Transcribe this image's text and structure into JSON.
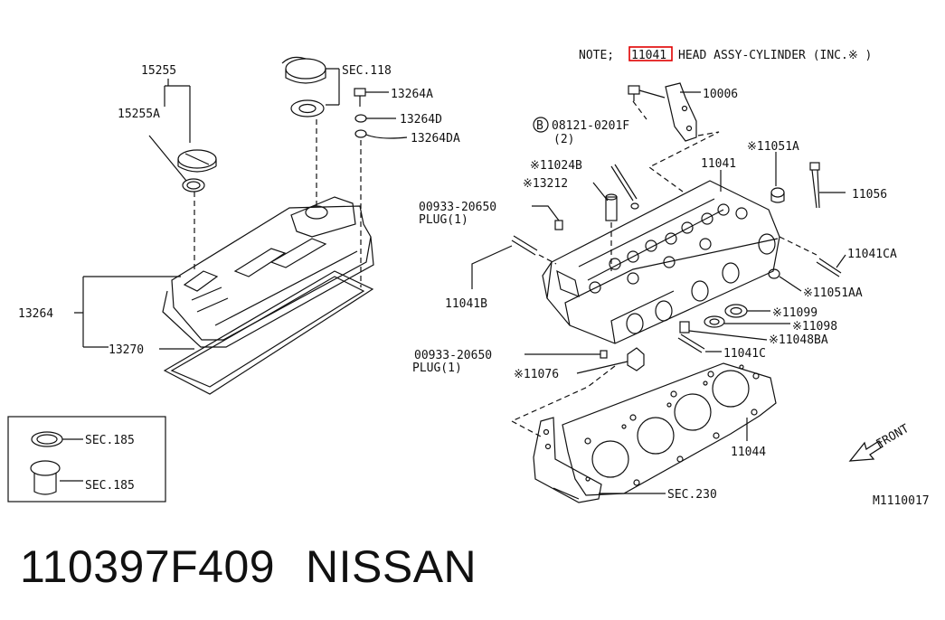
{
  "note": {
    "prefix": "NOTE;",
    "part": "11041",
    "suffix": "HEAD ASSY-CYLINDER (INC.※ )",
    "highlight_color": "#e00000"
  },
  "labels": {
    "p15255": "15255",
    "p15255A": "15255A",
    "sec118": "SEC.118",
    "p13264A": "13264A",
    "p13264D": "13264D",
    "p13264DA": "13264DA",
    "p13264": "13264",
    "p13270": "13270",
    "p10006": "10006",
    "bolt_line1": "08121-0201F",
    "bolt_line2": "(2)",
    "bolt_marker": "B",
    "p11041": "11041",
    "p11051A": "※11051A",
    "p11024B": "※11024B",
    "p13212": "※13212",
    "p11056": "11056",
    "plug_top_code": "00933-20650",
    "plug_top_text": "PLUG(1)",
    "p11041CA": "11041CA",
    "p11041B": "11041B",
    "p11051AA": "※11051AA",
    "p11099": "※11099",
    "p11098": "※11098",
    "p11048BA": "※11048BA",
    "p11041C": "11041C",
    "plug_bot_code": "00933-20650",
    "plug_bot_text": "PLUG(1)",
    "p11076": "※11076",
    "p11044": "11044",
    "front": "FRONT",
    "sec230": "SEC.230",
    "sec185_a": "SEC.185",
    "sec185_b": "SEC.185",
    "diagram_id": "M1110017"
  },
  "footer": {
    "part_number": "110397F409",
    "brand": "NISSAN"
  }
}
